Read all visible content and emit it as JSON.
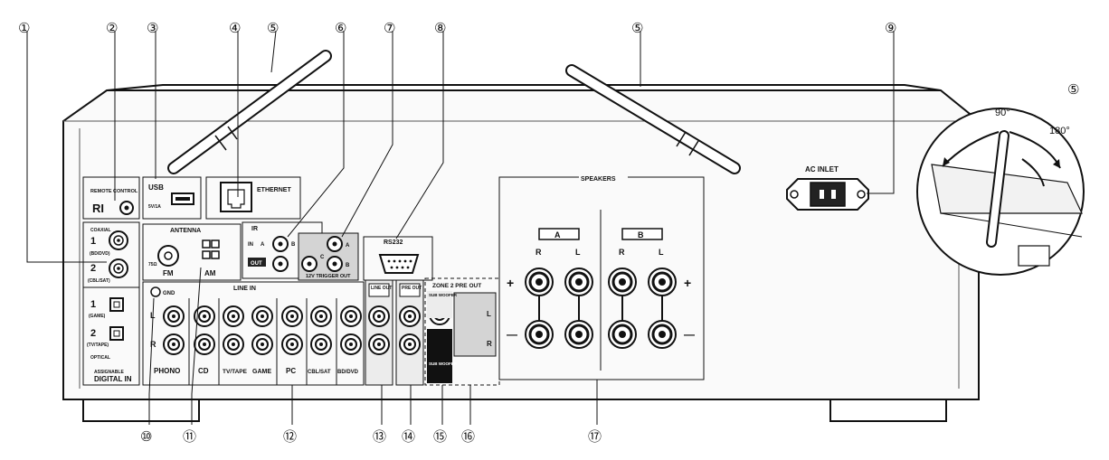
{
  "callouts": [
    {
      "id": 1,
      "glyph": "①"
    },
    {
      "id": 2,
      "glyph": "②"
    },
    {
      "id": 3,
      "glyph": "③"
    },
    {
      "id": 4,
      "glyph": "④"
    },
    {
      "id": 5,
      "glyph": "⑤"
    },
    {
      "id": 6,
      "glyph": "⑥"
    },
    {
      "id": 7,
      "glyph": "⑦"
    },
    {
      "id": 8,
      "glyph": "⑧"
    },
    {
      "id": 9,
      "glyph": "⑨"
    },
    {
      "id": 10,
      "glyph": "⑩"
    },
    {
      "id": 11,
      "glyph": "⑪"
    },
    {
      "id": 12,
      "glyph": "⑫"
    },
    {
      "id": 13,
      "glyph": "⑬"
    },
    {
      "id": 14,
      "glyph": "⑭"
    },
    {
      "id": 15,
      "glyph": "⑮"
    },
    {
      "id": 16,
      "glyph": "⑯"
    },
    {
      "id": 17,
      "glyph": "⑰"
    }
  ],
  "panel": {
    "remote_control": "REMOTE CONTROL",
    "ri": "RI",
    "usb": "USB",
    "usb_sub": "5V/1A",
    "ethernet": "ETHERNET",
    "antenna": "ANTENNA",
    "fm": "FM",
    "am": "AM",
    "fm_sub": "75Ω",
    "ir": "IR",
    "ir_in": "IN",
    "ir_a": "A",
    "ir_b": "B",
    "ir_out": "OUT",
    "trigger": "12V TRIGGER OUT",
    "trig_a": "A",
    "trig_b": "B",
    "trig_c": "C",
    "rs232": "RS232",
    "ac_inlet": "AC INLET",
    "speakers": "SPEAKERS",
    "spk_a": "A",
    "spk_b": "B",
    "ch_r": "R",
    "ch_l": "L",
    "plus": "+",
    "minus": "—",
    "coaxial": "COAXIAL",
    "coax1": "1",
    "coax1_sub": "(BD/DVD)",
    "coax2": "2",
    "coax2_sub": "(CBL/SAT)",
    "opt1": "1",
    "opt1_sub": "(GAME)",
    "opt2": "2",
    "opt2_sub": "(TV/TAPE)",
    "optical": "OPTICAL",
    "assignable": "ASSIGNABLE",
    "digital_in": "DIGITAL IN",
    "gnd": "GND",
    "line_in": "LINE IN",
    "row_l": "L",
    "row_r": "R",
    "phono": "PHONO",
    "cd": "CD",
    "tv_tape": "TV/TAPE",
    "game": "GAME",
    "pc": "PC",
    "cbl_sat": "CBL/SAT",
    "bd_dvd": "BD/DVD",
    "line_out": "LINE OUT",
    "pre_out": "PRE OUT",
    "zone2": "ZONE 2 PRE OUT",
    "subwoofer": "SUB WOOFER",
    "zone_l": "L",
    "zone_r": "R"
  },
  "angles": {
    "deg90": "90°",
    "deg180": "180°"
  }
}
